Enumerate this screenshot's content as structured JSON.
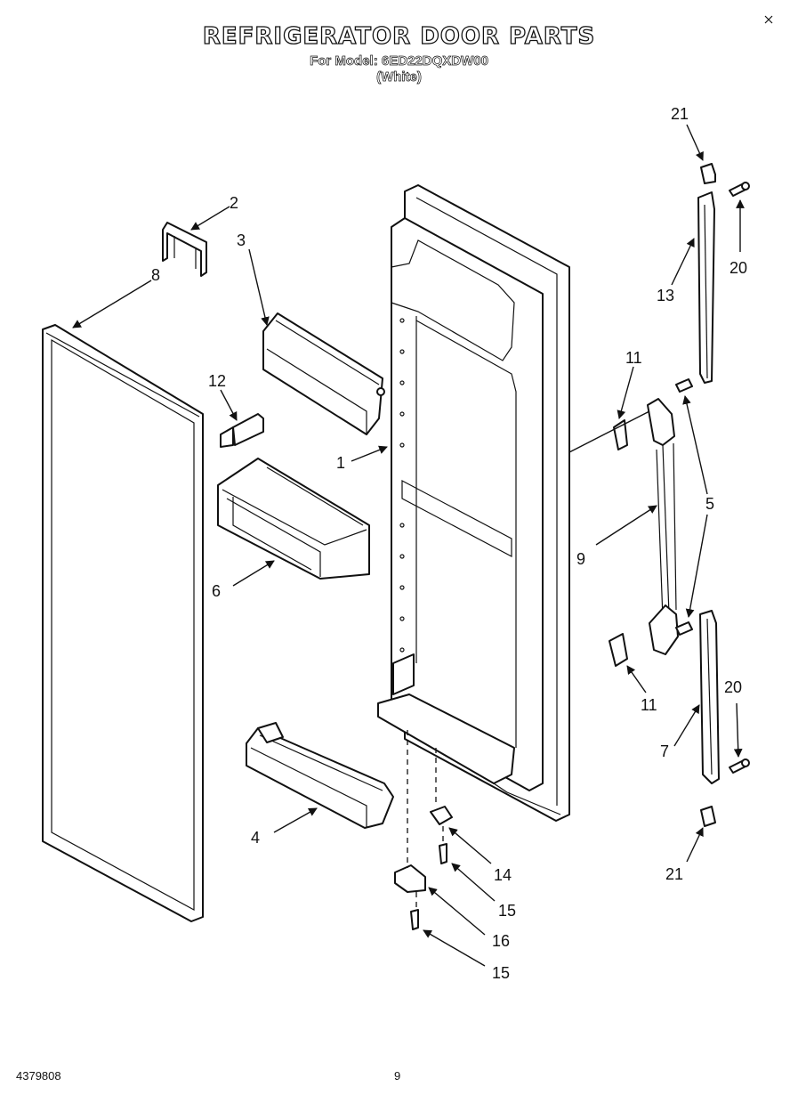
{
  "header": {
    "title": "REFRIGERATOR DOOR PARTS",
    "model_line": "For Model: 6ED22DQXDW00",
    "color_line": "(White)"
  },
  "footer": {
    "doc_number": "4379808",
    "page_number": "9"
  },
  "callouts": [
    "21",
    "2",
    "3",
    "20",
    "13",
    "8",
    "12",
    "11",
    "1",
    "5",
    "9",
    "6",
    "11",
    "20",
    "7",
    "4",
    "14",
    "15",
    "16",
    "15",
    "21"
  ]
}
